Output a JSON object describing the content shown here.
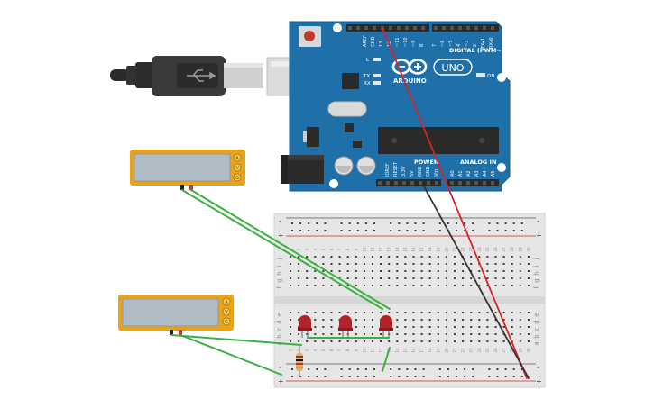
{
  "board": {
    "brand": "ARDUINO",
    "model": "UNO",
    "header_digital": "DIGITAL (PWM~)",
    "header_power": "POWER",
    "header_analog": "ANALOG IN",
    "aref": "AREF",
    "gnd": "GND",
    "digital_pins": [
      "13",
      "12",
      "~11",
      "~10",
      "~9",
      "8",
      "7",
      "~6",
      "~5",
      "4",
      "~3",
      "2",
      "TX▸1",
      "RX◂0"
    ],
    "power_pins": [
      "IOREF",
      "RESET",
      "3.3V",
      "5V",
      "GND",
      "GND",
      "Vin"
    ],
    "analog_pins": [
      "A0",
      "A1",
      "A2",
      "A3",
      "A4",
      "A5"
    ],
    "led_l": "L",
    "led_tx": "TX",
    "led_rx": "RX",
    "led_on": "ON"
  },
  "sensors": [
    {
      "pins": [
        "A",
        "V",
        "G"
      ]
    },
    {
      "pins": [
        "A",
        "V",
        "G"
      ]
    }
  ],
  "breadboard": {
    "rows_top": [
      "j",
      "i",
      "h",
      "g",
      "f"
    ],
    "rows_bottom": [
      "e",
      "d",
      "c",
      "b",
      "a"
    ],
    "columns": [
      "1",
      "2",
      "3",
      "4",
      "5",
      "6",
      "7",
      "8",
      "9",
      "10",
      "11",
      "12",
      "13",
      "14",
      "15",
      "16",
      "17",
      "18",
      "19",
      "20",
      "21",
      "22",
      "23",
      "24",
      "25",
      "26",
      "27",
      "28",
      "29",
      "30"
    ],
    "rail_minus": "-",
    "rail_plus": "+"
  },
  "colors": {
    "board": "#1f6fa8",
    "board_edge": "#155a8b",
    "sensor": "#e8a318",
    "wire_green": "#3cb043",
    "wire_red": "#d9232b",
    "wire_black": "#333333",
    "led": "#b32228",
    "breadboard": "#e6e6e6"
  }
}
